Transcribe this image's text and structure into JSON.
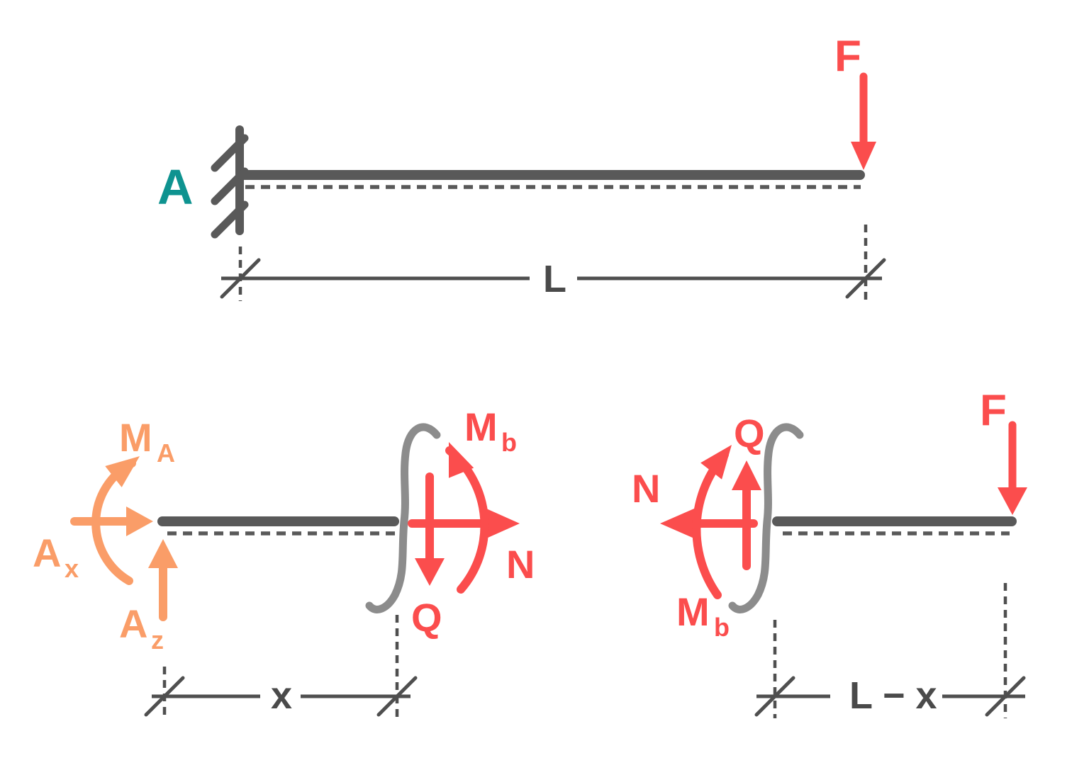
{
  "figure": {
    "description": "Cantilever beam with tip load: overview and two free-body diagrams of the section cut",
    "colors": {
      "internal_force_red": "#fb4d4d",
      "reaction_orange": "#fa9d68",
      "support_teal": "#0e9390",
      "beam_gray": "#595959",
      "cut_gray": "#8c8c8c",
      "dimension_gray": "#4f4f4f"
    }
  },
  "overview": {
    "support_label": "A",
    "force_label": "F",
    "length_label": "L"
  },
  "left_fbd": {
    "fixed_moment": {
      "main": "M",
      "sub": "A"
    },
    "reaction_x": {
      "main": "A",
      "sub": "x"
    },
    "reaction_z": {
      "main": "A",
      "sub": "z"
    },
    "bending_moment": {
      "main": "M",
      "sub": "b"
    },
    "shear_label": "Q",
    "normal_label": "N",
    "length_label": "x"
  },
  "right_fbd": {
    "shear_label": "Q",
    "normal_label": "N",
    "bending_moment": {
      "main": "M",
      "sub": "b"
    },
    "force_label": "F",
    "length_label": "L − x"
  }
}
